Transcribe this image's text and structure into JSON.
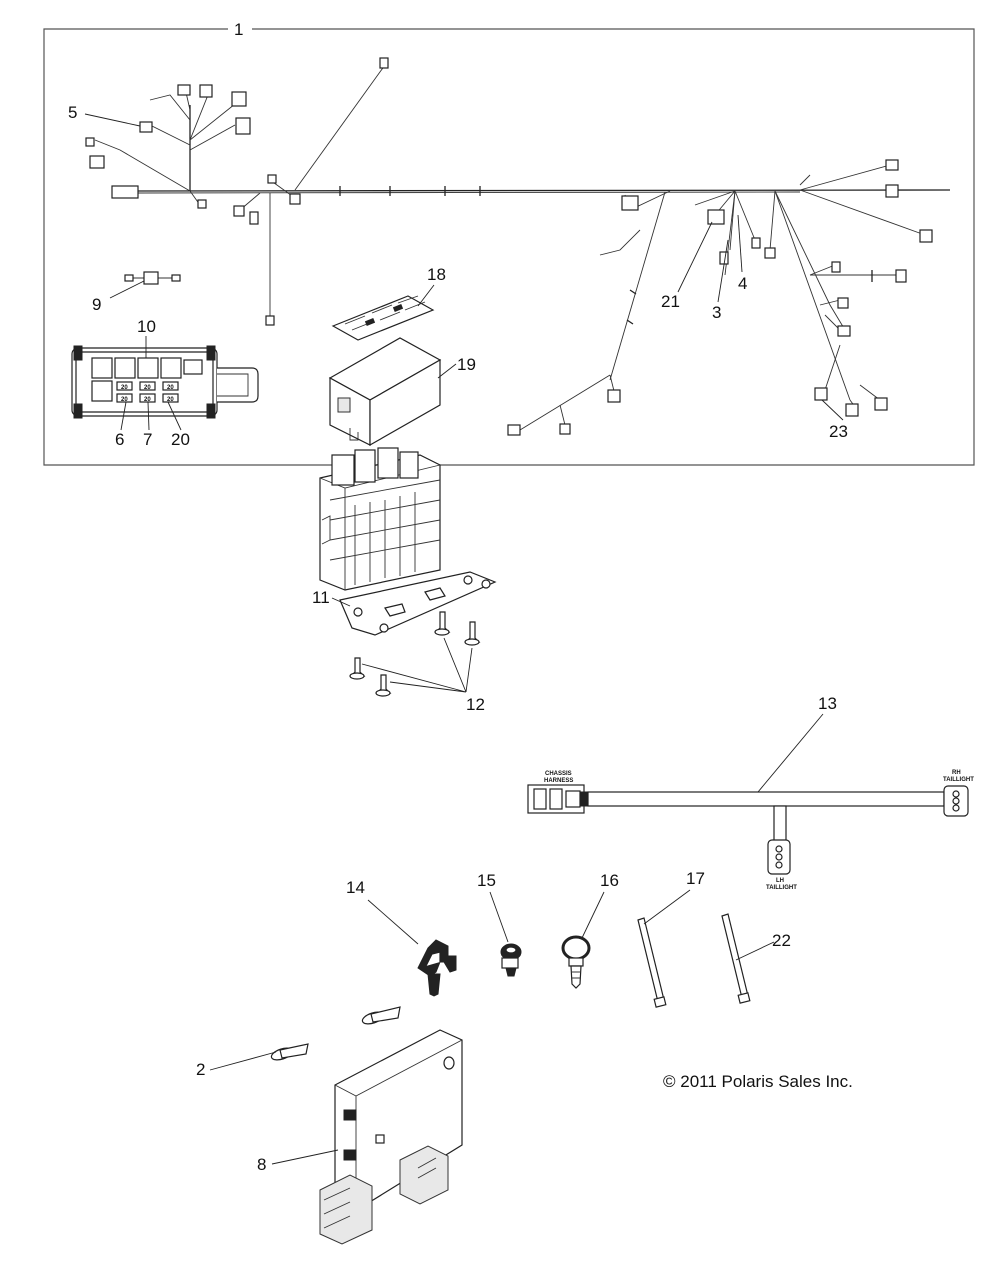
{
  "callouts": {
    "c1": "1",
    "c2": "2",
    "c3": "3",
    "c4": "4",
    "c5": "5",
    "c6": "6",
    "c7": "7",
    "c8": "8",
    "c9": "9",
    "c10": "10",
    "c11": "11",
    "c12": "12",
    "c13": "13",
    "c14": "14",
    "c15": "15",
    "c16": "16",
    "c17": "17",
    "c18": "18",
    "c19": "19",
    "c20": "20",
    "c21": "21",
    "c22": "22",
    "c23": "23"
  },
  "harness_labels": {
    "chassis_l1": "CHASSIS",
    "chassis_l2": "HARNESS",
    "rh_l1": "RH",
    "rh_l2": "TAILLIGHT",
    "lh_l1": "LH",
    "lh_l2": "TAILLIGHT"
  },
  "fuse_labels": [
    "20",
    "20",
    "20",
    "20",
    "20",
    "20"
  ],
  "copyright": "© 2011 Polaris Sales Inc."
}
